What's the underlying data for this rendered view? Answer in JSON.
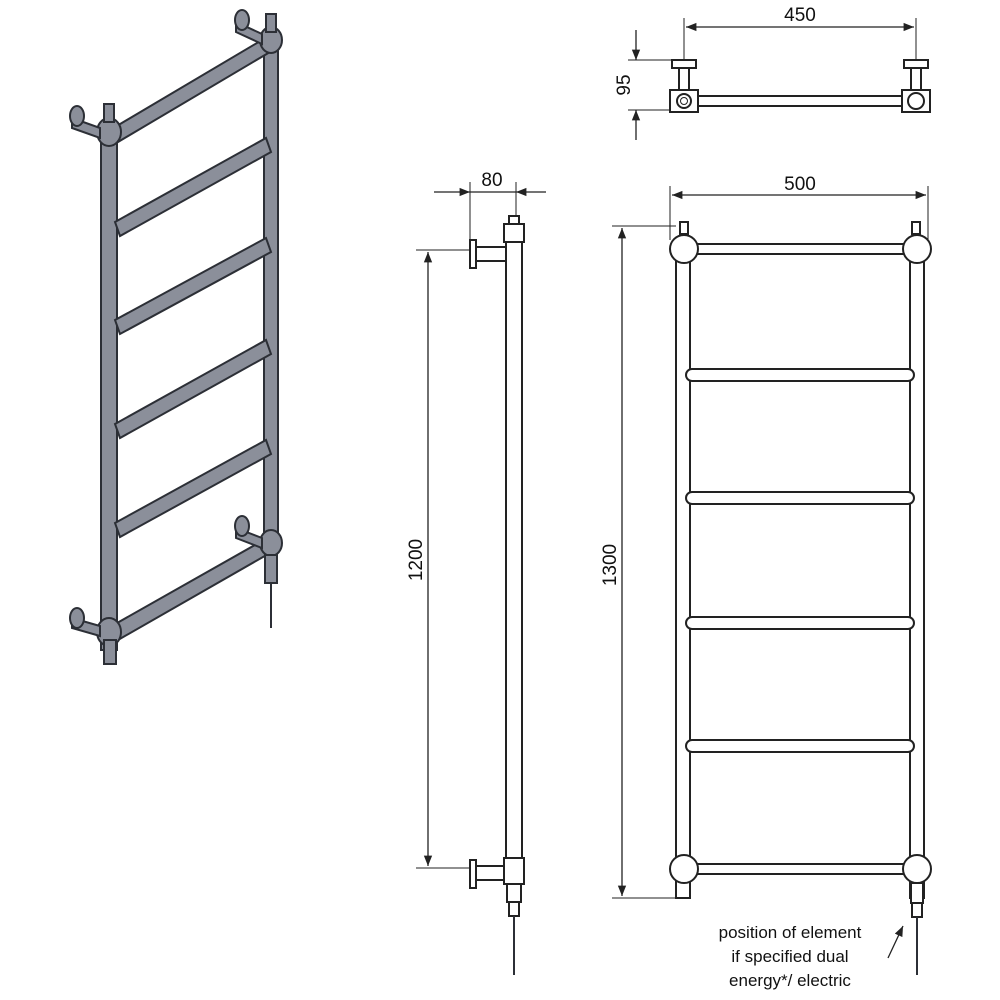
{
  "dimensions": {
    "plan_width": "450",
    "plan_depth": "95",
    "side_depth": "80",
    "side_centres": "1200",
    "front_width": "500",
    "front_height": "1300"
  },
  "note": {
    "line1": "position of element",
    "line2": "if specified dual",
    "line3": "energy*/ electric"
  },
  "colors": {
    "tube": "#8b8f9a",
    "line": "#222222"
  }
}
